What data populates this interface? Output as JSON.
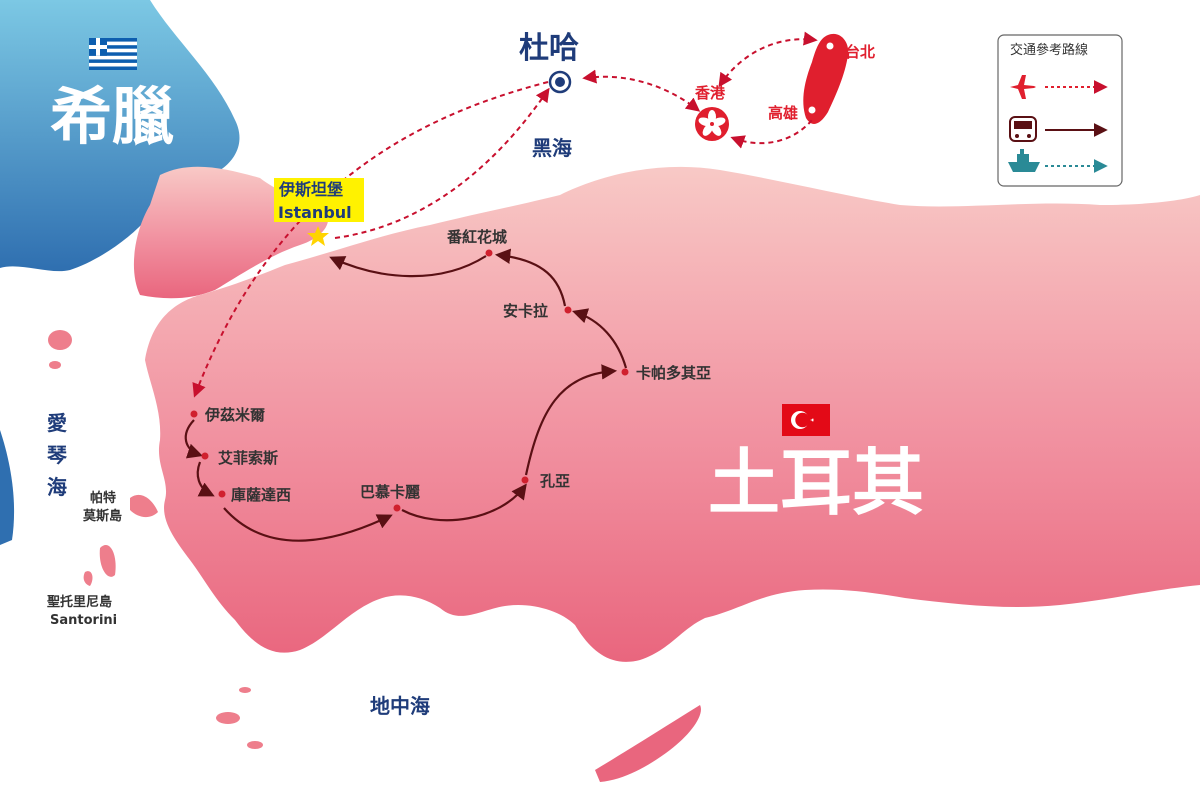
{
  "countries": {
    "greece": "希臘",
    "turkey": "土耳其"
  },
  "seas": {
    "black_sea": "黑海",
    "aegean_sea": "愛琴海",
    "mediterranean": "地中海"
  },
  "hubs": {
    "doha": "杜哈",
    "hong_kong": "香港",
    "taipei": "台北",
    "kaohsiung": "高雄"
  },
  "istanbul": {
    "zh": "伊斯坦堡",
    "en": "Istanbul"
  },
  "cities": {
    "izmir": "伊茲米爾",
    "ephesus": "艾菲索斯",
    "kusadasi": "庫薩達西",
    "pamukkale": "巴慕卡麗",
    "konya": "孔亞",
    "cappadocia": "卡帕多其亞",
    "ankara": "安卡拉",
    "safranbolu": "番紅花城"
  },
  "islands": {
    "mykonos_line1": "帕特",
    "mykonos_line2": "莫斯島",
    "santorini_zh": "聖托里尼島",
    "santorini_en": "Santorini"
  },
  "legend": {
    "title": "交通參考路線",
    "items": [
      {
        "mode": "plane-icon",
        "line": "dotted",
        "color": "#e01f2e"
      },
      {
        "mode": "bus-icon",
        "line": "solid",
        "color": "#5a1014"
      },
      {
        "mode": "ship-icon",
        "line": "dotted",
        "color": "#2a8a96"
      }
    ]
  },
  "colors": {
    "greece_blue": "#3d8fc4",
    "turkey_pink": "#ee7e8c",
    "flight_red": "#c8102e",
    "road_dark": "#5a1014",
    "sea_text": "#1f3c7a",
    "highlight_yellow": "#fff200"
  }
}
